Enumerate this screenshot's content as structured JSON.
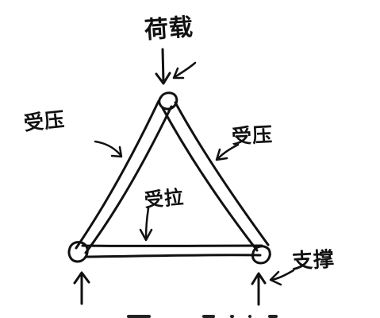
{
  "labels": {
    "load": "荷载",
    "pressure_left": "受压",
    "pressure_right": "受压",
    "tension": "受拉",
    "support": "支撑"
  },
  "colors": {
    "ink": "#111111",
    "background": "#ffffff"
  },
  "icons": {
    "load_arrow": "arrow-down-icon",
    "support_arrow": "arrow-up-icon",
    "pointer_arrow": "curved-pointer-arrow-icon"
  }
}
